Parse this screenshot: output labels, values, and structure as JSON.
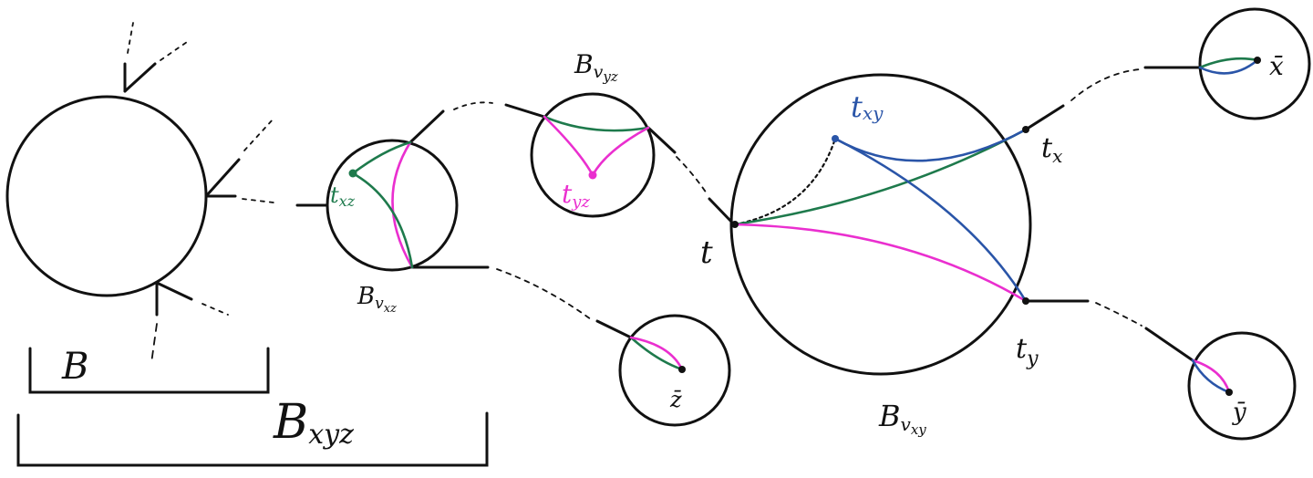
{
  "colors": {
    "ink": "#111111",
    "green": "#1e7a4c",
    "magenta": "#ea2fcf",
    "blue": "#2a55a8"
  },
  "labels": {
    "big_b": "B",
    "b_xyz": {
      "main": "B",
      "sub": "xyz"
    },
    "b_vxz": {
      "main": "B",
      "sub": "v",
      "subsub": "xz"
    },
    "b_vyz": {
      "main": "B",
      "sub": "v",
      "subsub": "yz"
    },
    "b_vxy": {
      "main": "B",
      "sub": "v",
      "subsub": "xy"
    },
    "t_xz": {
      "main": "t",
      "sub": "xz"
    },
    "t_yz": {
      "main": "t",
      "sub": "yz"
    },
    "t_xy": {
      "main": "t",
      "sub": "xy"
    },
    "t": "t",
    "t_x": {
      "main": "t",
      "sub": "x"
    },
    "t_y": {
      "main": "t",
      "sub": "y"
    },
    "x_bar": "x̄",
    "y_bar": "ȳ",
    "z_bar": "z̄"
  }
}
